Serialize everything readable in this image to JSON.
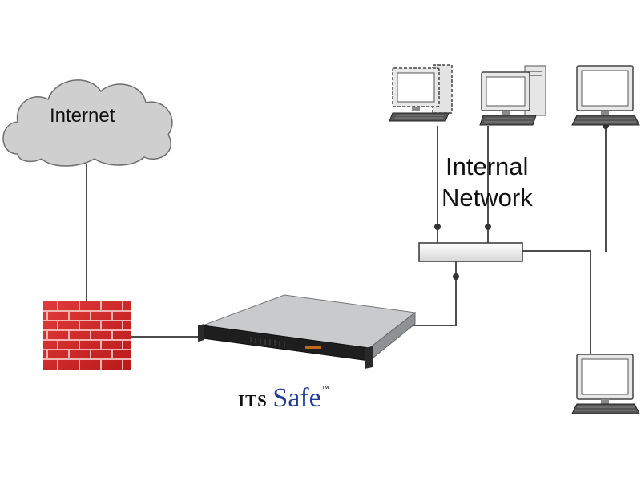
{
  "cloud": {
    "label": "Internet"
  },
  "network": {
    "line1": "Internal",
    "line2": "Network"
  },
  "small_mark": "!",
  "product": {
    "prefix": "ITS",
    "name": "Safe",
    "mark": "™"
  },
  "colors": {
    "brick": "#d42a2a",
    "mortar": "#f3b3b3",
    "cloud_fill": "#cfcfcf",
    "wire": "#4d4d4d",
    "brand_blue": "#1f3d99"
  }
}
